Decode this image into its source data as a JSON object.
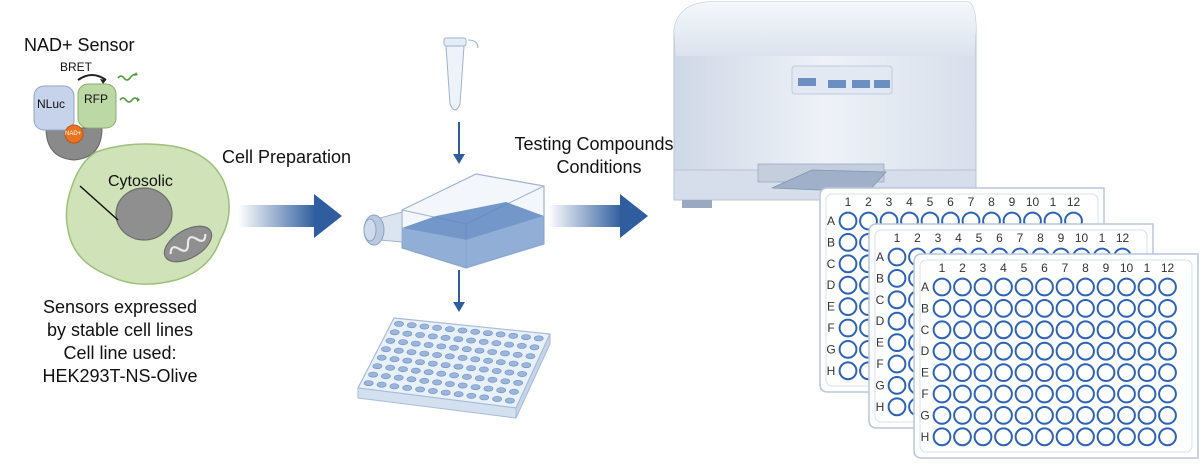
{
  "sensor": {
    "title": "NAD+ Sensor",
    "bret": "BRET",
    "nluc": "NLuc",
    "rfp": "RFP",
    "nad": "NAD+"
  },
  "cell": {
    "compartment": "Cytosolic"
  },
  "left_caption": {
    "line1": "Sensors expressed",
    "line2": "by stable cell lines",
    "line3": "Cell line used:",
    "line4": "HEK293T-NS-Olive"
  },
  "steps": {
    "cell_preparation": "Cell Preparation",
    "testing_line1": "Testing Compounds /",
    "testing_line2": "Conditions"
  },
  "plates": {
    "columns": [
      "1",
      "2",
      "3",
      "4",
      "5",
      "6",
      "7",
      "8",
      "9",
      "10",
      "1",
      "12"
    ],
    "rows": [
      "A",
      "B",
      "C",
      "D",
      "E",
      "F",
      "G",
      "H"
    ]
  },
  "colors": {
    "accent_blue": "#2f5d9e",
    "well_blue": "#2e63b4",
    "cell_green": "#cfe2b8",
    "cell_green_edge": "#9cbf7a",
    "nluc_fill": "#c7d3ea",
    "rfp_fill": "#bcd8a5",
    "nad_orange": "#e8741f",
    "instrument_body": "#e9eef5"
  }
}
